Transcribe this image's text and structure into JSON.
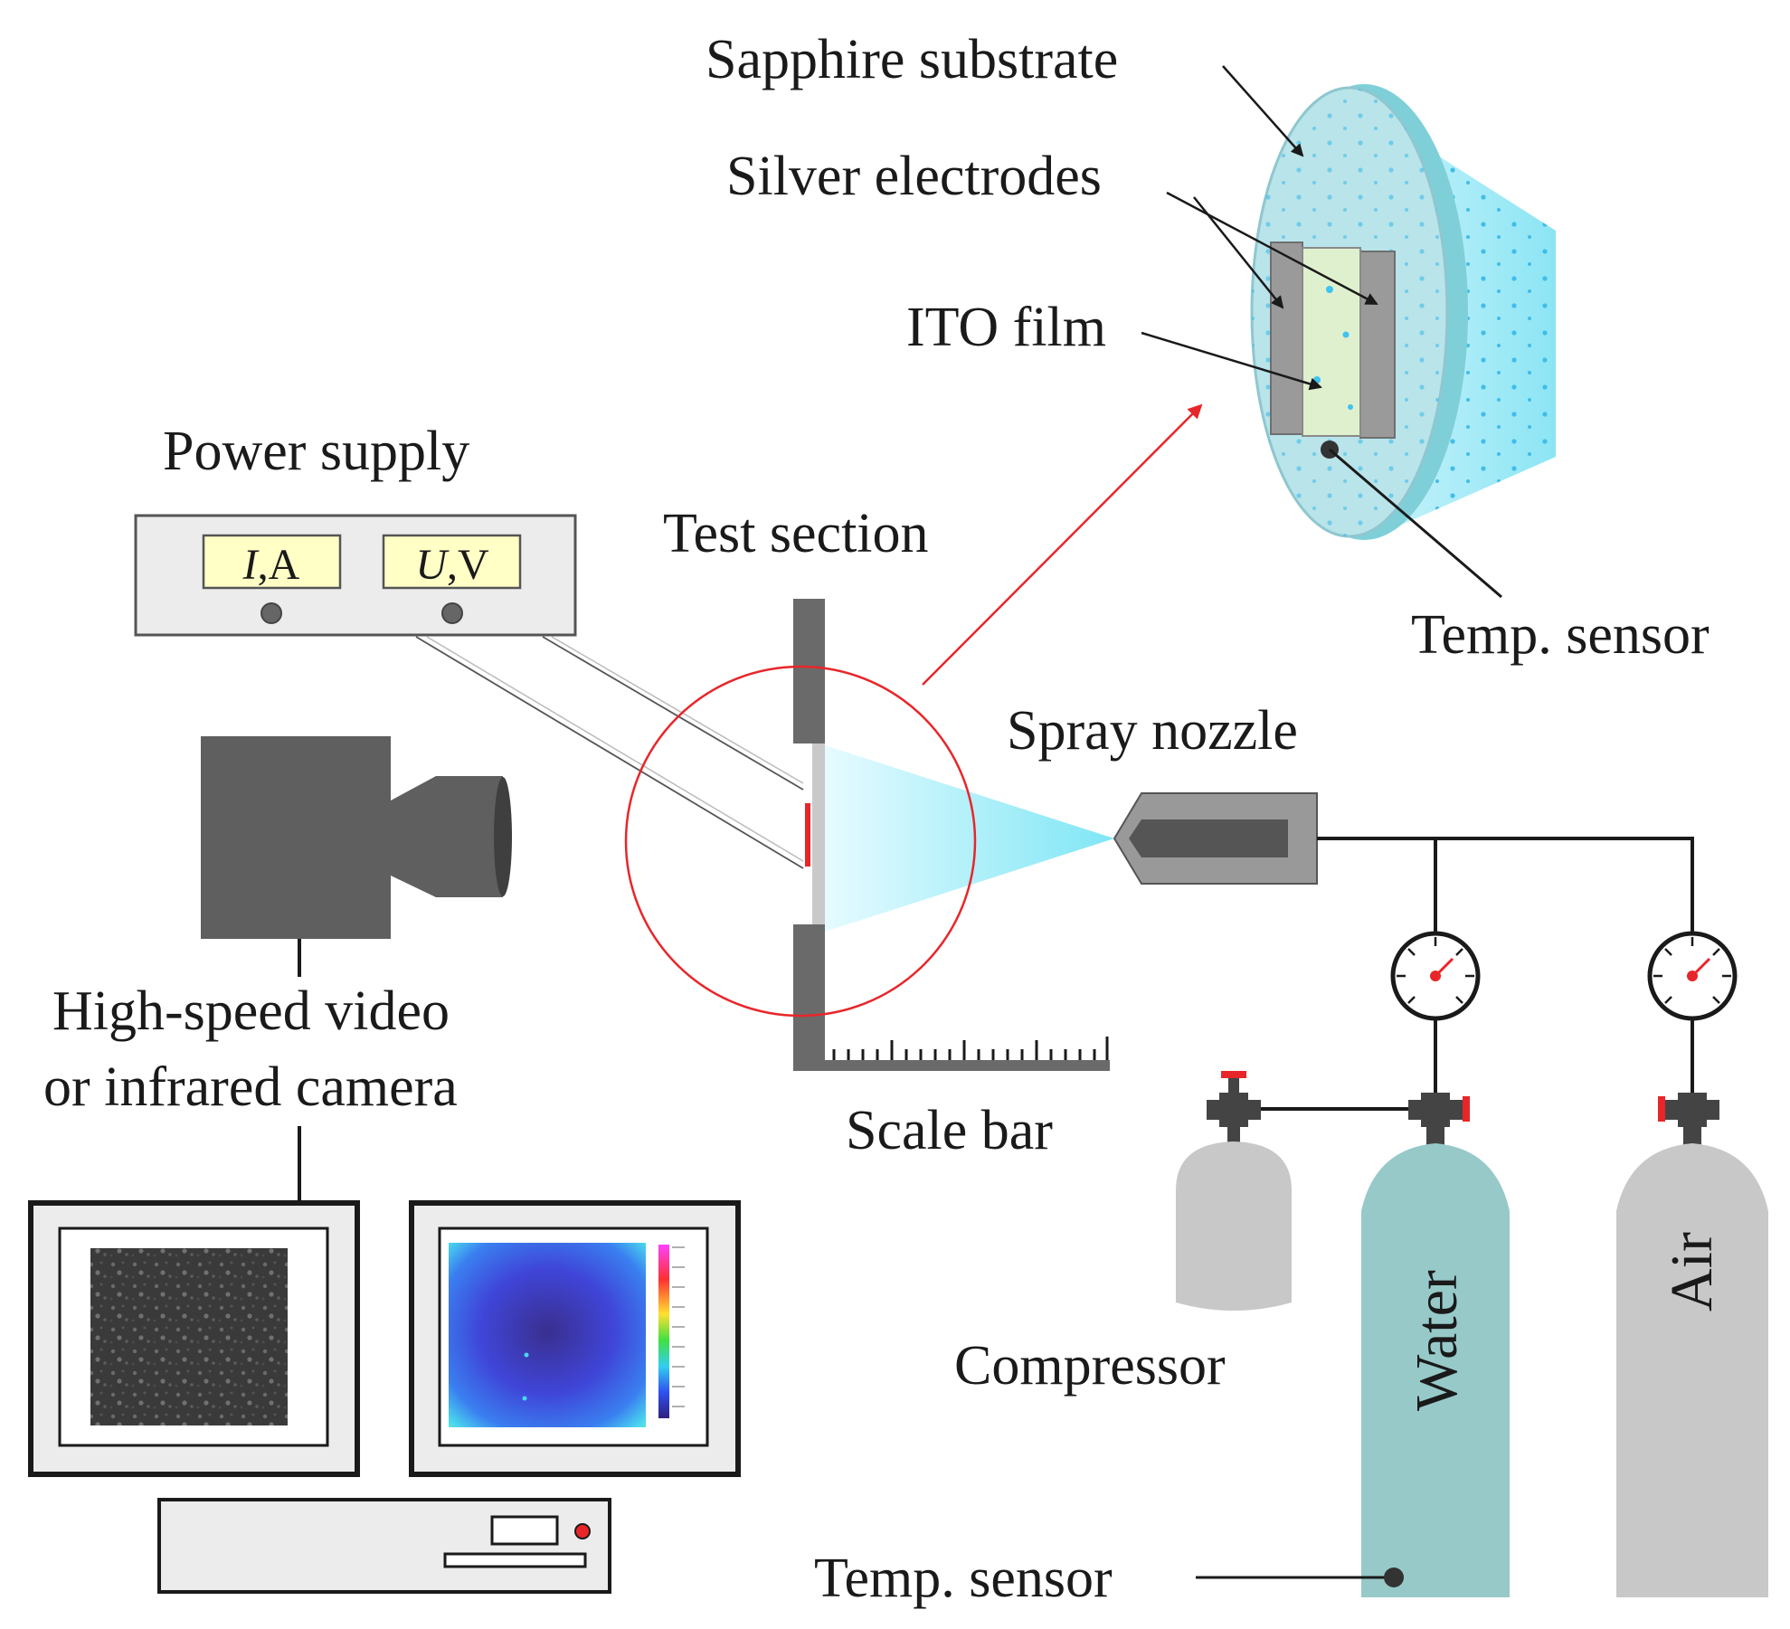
{
  "labels": {
    "sapphire_substrate": "Sapphire substrate",
    "silver_electrodes": "Silver electrodes",
    "ito_film": "ITO film",
    "power_supply": "Power supply",
    "test_section": "Test section",
    "temp_sensor_top": "Temp. sensor",
    "spray_nozzle": "Spray nozzle",
    "camera_line1": "High-speed video",
    "camera_line2": "or infrared camera",
    "scale_bar": "Scale bar",
    "compressor": "Compressor",
    "water": "Water",
    "air": "Air",
    "temp_sensor_bottom": "Temp. sensor"
  },
  "power_supply": {
    "meter_current_symbol": "I",
    "meter_current_unit": ",A",
    "meter_voltage_symbol": "U",
    "meter_voltage_unit": ",V"
  },
  "colors": {
    "red_highlight": "#e8262a",
    "spray_cyan": "#a7f0fb",
    "water_tank": "#97c9c9",
    "air_tank": "#c8c8c8",
    "dark_gray": "#555555",
    "meter_display": "#ffffc6"
  },
  "icons": [
    "camera-icon",
    "pressure-gauge-icon",
    "valve-icon",
    "monitor-icon",
    "computer-icon",
    "nozzle-icon"
  ]
}
